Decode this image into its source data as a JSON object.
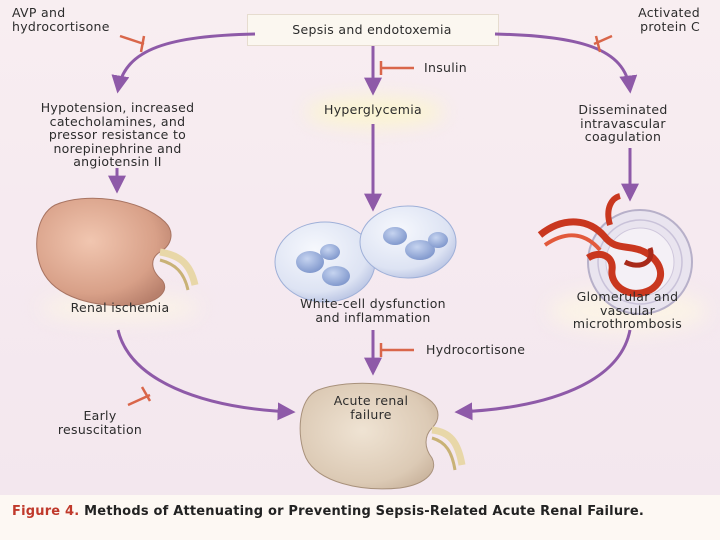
{
  "top": {
    "sepsis": "Sepsis and endotoxemia",
    "avp": "AVP and\nhydrocortisone",
    "apc": "Activated\nprotein C",
    "insulin": "Insulin"
  },
  "middle": {
    "hypotension": "Hypotension, increased\ncatecholamines, and\npressor resistance to\nnorepinephrine and\nangiotensin II",
    "hyperglycemia": "Hyperglycemia",
    "dic": "Disseminated\nintravascular\ncoagulation"
  },
  "lower": {
    "renal_ischemia": "Renal ischemia",
    "white_cell": "White-cell dysfunction\nand inflammation",
    "glomerular": "Glomerular and\nvascular\nmicrothrombosis",
    "hydrocortisone": "Hydrocortisone",
    "early": "Early\nresuscitation",
    "arf": "Acute renal\nfailure"
  },
  "caption": {
    "label": "Figure 4.",
    "text": " Methods of Attenuating or Preventing Sepsis-Related Acute Renal Failure."
  },
  "colors": {
    "arrow": "#8e5aa8",
    "inhibitor": "#d9664a",
    "kidney": "#d9a38a",
    "figure_label": "#c0392b"
  }
}
